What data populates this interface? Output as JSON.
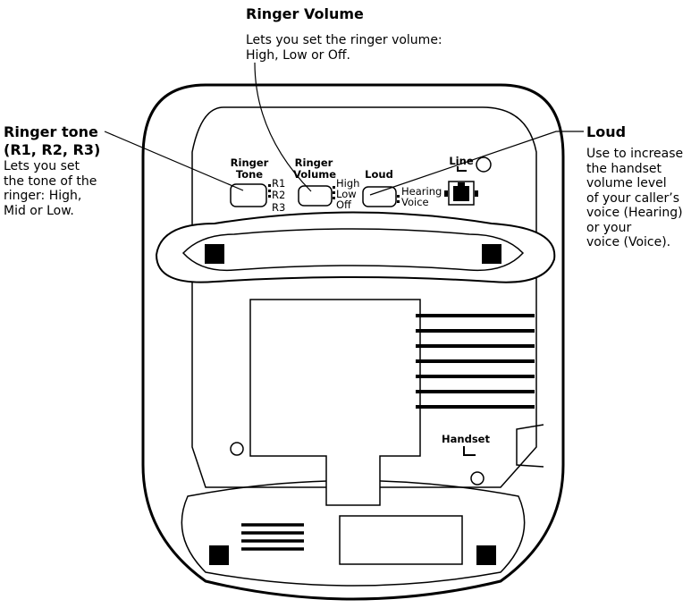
{
  "callouts": {
    "ringer_volume": {
      "title": "Ringer Volume",
      "description": "Lets you set the ringer volume:\nHigh, Low or Off."
    },
    "ringer_tone": {
      "title": "Ringer tone\n(R1, R2, R3)",
      "description": "Lets you set\nthe tone of the\nringer: High,\nMid or Low."
    },
    "loud": {
      "title": "Loud",
      "description": "Use to increase\nthe handset\nvolume level\nof your caller’s\nvoice (Hearing)\nor your\nvoice (Voice)."
    }
  },
  "device": {
    "ringer_tone_label_1": "Ringer",
    "ringer_tone_label_2": "Tone",
    "tone_options": [
      "R1",
      "R2",
      "R3"
    ],
    "ringer_volume_label_1": "Ringer",
    "ringer_volume_label_2": "Volume",
    "volume_options": [
      "High",
      "Low",
      "Off"
    ],
    "loud_label": "Loud",
    "loud_options": [
      "Hearing",
      "Voice"
    ],
    "line_label": "Line",
    "handset_label": "Handset"
  }
}
